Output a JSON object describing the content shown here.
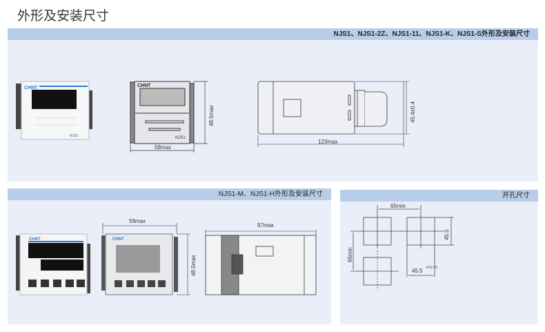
{
  "page_title": "外形及安装尺寸",
  "panel1": {
    "heading": "NJS1、NJS1-2Z、NJS1-11、NJS1-K、NJS1-S外形及安装尺寸",
    "brand": "CHNT",
    "model_label": "NJS1",
    "dim_width": "58max",
    "dim_height": "48.5max",
    "dim_length": "123max",
    "dim_depth": "45.4±0.4"
  },
  "panel2": {
    "heading": "NJS1-M、NJS1-H外形及安装尺寸",
    "brand": "CHNT",
    "dim_width": "59max",
    "dim_height": "48.5max",
    "dim_length": "97max"
  },
  "panel3": {
    "heading": "开孔尺寸",
    "dim_spacing_h": "65min",
    "dim_spacing_v": "65min",
    "dim_cutout_h": "45.5",
    "dim_cutout_v": "45.5",
    "tolerance": "+0.5 / 0"
  },
  "colors": {
    "header": "#b8cde8",
    "panel": "#e9eef9"
  }
}
